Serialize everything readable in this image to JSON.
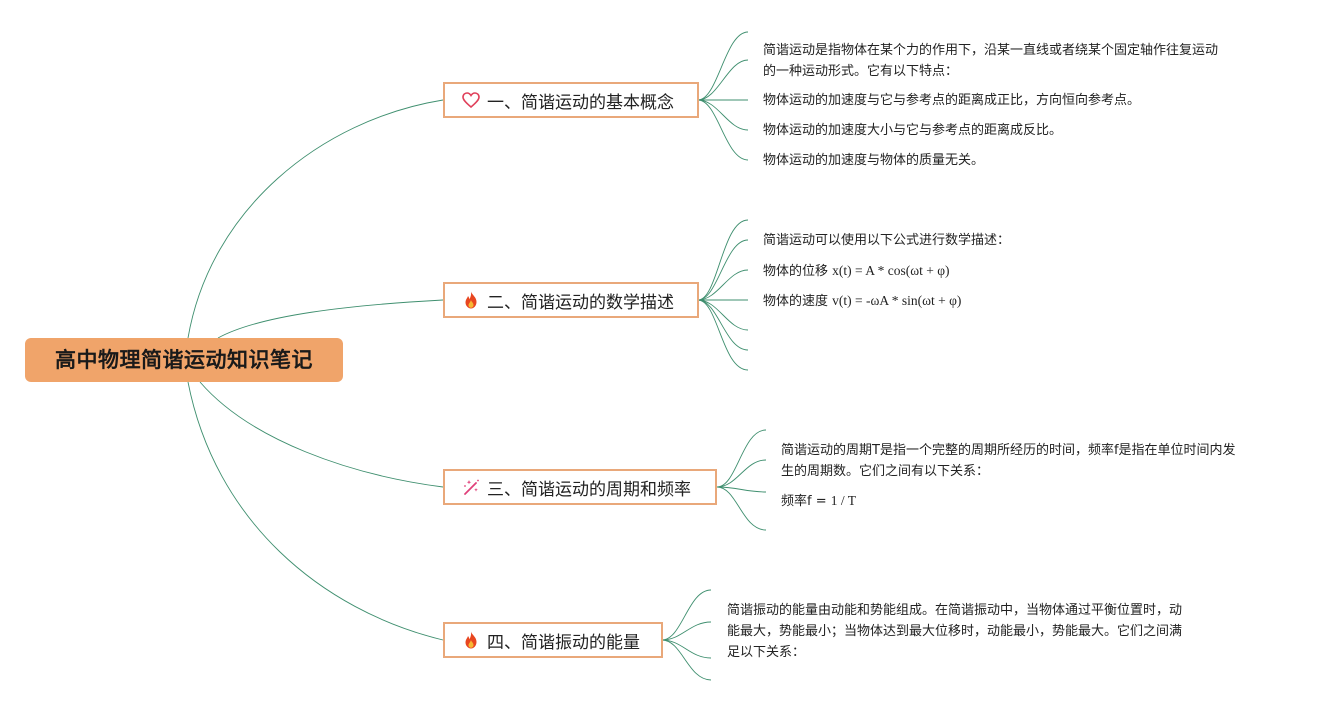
{
  "root": {
    "title": "高中物理简谐运动知识笔记"
  },
  "topics": [
    {
      "title": "一、简谐运动的基本概念",
      "icon": "heart-icon",
      "leaves": [
        {
          "lines": [
            "简谐运动是指物体在某个力的作用下，沿某一直线或者绕某个固定轴作往复运动",
            "的一种运动形式。它有以下特点："
          ]
        },
        {
          "lines": [
            "物体运动的加速度与它与参考点的距离成正比，方向恒向参考点。"
          ]
        },
        {
          "lines": [
            "物体运动的加速度大小与它与参考点的距离成反比。"
          ]
        },
        {
          "lines": [
            "物体运动的加速度与物体的质量无关。"
          ]
        }
      ]
    },
    {
      "title": "二、简谐运动的数学描述",
      "icon": "fire-icon",
      "leaves": [
        {
          "lines": [
            "简谐运动可以使用以下公式进行数学描述："
          ]
        },
        {
          "label": "物体的位移 ",
          "formula": "x(t) = A * cos(ωt + φ)"
        },
        {
          "label": "物体的速度 ",
          "formula": "v(t) = -ωA * sin(ωt + φ)"
        }
      ]
    },
    {
      "title": "三、简谐运动的周期和频率",
      "icon": "magic-wand-icon",
      "leaves": [
        {
          "lines": [
            "简谐运动的周期T是指一个完整的周期所经历的时间，频率f是指在单位时间内发",
            "生的周期数。它们之间有以下关系："
          ]
        },
        {
          "label": "频率f = ",
          "formula": "1 / T"
        }
      ]
    },
    {
      "title": "四、简谐振动的能量",
      "icon": "fire-icon",
      "leaves": [
        {
          "lines": [
            "简谐振动的能量由动能和势能组成。在简谐振动中，当物体通过平衡位置时，动",
            "能最大，势能最小；当物体达到最大位移时，动能最小，势能最大。它们之间满",
            "足以下关系："
          ]
        }
      ]
    }
  ],
  "colors": {
    "root_fill": "#f0a46a",
    "topic_border": "#e9a87a",
    "connector": "#3f8f6f",
    "heart_icon": "#e0405a",
    "fire_icon": "#e8461f",
    "wand_icon": "#e0407a"
  }
}
